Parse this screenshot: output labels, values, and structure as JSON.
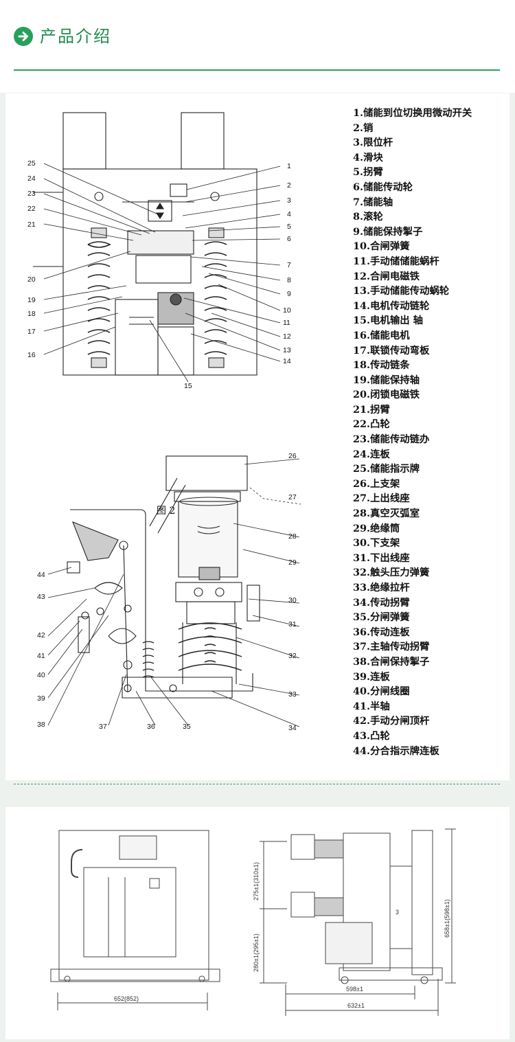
{
  "header": {
    "title": "产品介绍"
  },
  "figure2": {
    "caption": "图 2",
    "top_callouts": [
      "1",
      "2",
      "3",
      "4",
      "5",
      "6",
      "7",
      "8",
      "9",
      "10",
      "11",
      "12",
      "13",
      "14",
      "15",
      "16",
      "17",
      "18",
      "19",
      "20",
      "21",
      "22",
      "23",
      "24",
      "25"
    ],
    "side_callouts": [
      "26",
      "27",
      "28",
      "29",
      "30",
      "31",
      "32",
      "33",
      "34",
      "35",
      "36",
      "37",
      "38",
      "39",
      "40",
      "41",
      "42",
      "43",
      "44"
    ]
  },
  "legend": [
    "1.储能到位切换用微动开关",
    "2.销",
    "3.限位杆",
    "4.滑块",
    "5.拐臂",
    "6.储能传动轮",
    "7.储能轴",
    "8.滚轮",
    "9.储能保持掣子",
    "10.合闸弹簧",
    "11.手动储储能蜗杆",
    "12.合闸电磁铁",
    "13.手动储能传动蜗轮",
    "14.电机传动链轮",
    "15.电机输出 轴",
    "16.储能电机",
    "17.联锁传动弯板",
    "18.传动链条",
    "19.储能保持轴",
    "20.闭锁电磁铁",
    "21.拐臂",
    "22.凸轮",
    "23.储能传动链办",
    "24.连板",
    "25.储能指示牌",
    "26.上支架",
    "27.上出线座",
    "28.真空灭弧室",
    "29.绝缘筒",
    "30.下支架",
    "31.下出线座",
    "32.触头压力弹簧",
    "33.绝缘拉杆",
    "34.传动拐臂",
    "35.分闸弹簧",
    "36.传动连板",
    "37.主轴传动拐臂",
    "38.合闸保持掣子",
    "39.连板",
    "40.分闸线圈",
    "41.半轴",
    "42.手动分闸顶杆",
    "43.凸轮",
    "44.分合指示牌连板"
  ],
  "dimensions": {
    "front_width": "652(852)",
    "side_depth_inner": "598±1",
    "side_depth_outer": "632±1",
    "side_height_total": "658±1(598±1)",
    "side_height_upper": "275±1(310±1)",
    "side_height_lower": "280±1(295±1)",
    "side_label": "3"
  },
  "colors": {
    "accent": "#27a05a",
    "separator": "#2ca060"
  }
}
